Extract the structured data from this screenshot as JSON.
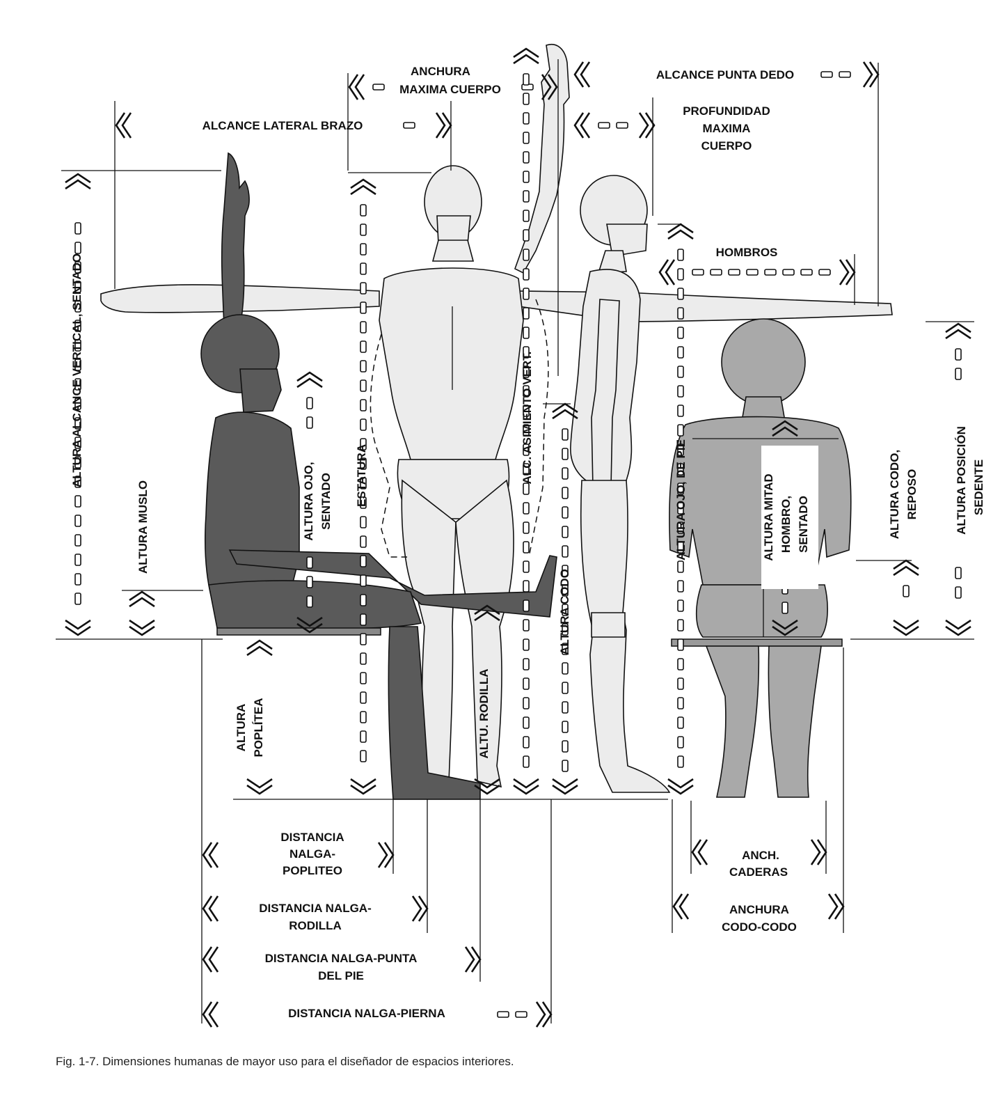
{
  "labels": {
    "anchura_maxima_cuerpo": [
      "ANCHURA",
      "MAXIMA CUERPO"
    ],
    "alcance_punta_dedo": "ALCANCE PUNTA DEDO",
    "alcance_lateral_brazo": "ALCANCE LATERAL BRAZO",
    "profundidad_maxima_cuerpo": [
      "PROFUNDIDAD",
      "MAXIMA",
      "CUERPO"
    ],
    "hombros": "HOMBROS",
    "altura_alcance_vertical_sentado": "ALTURA ALCANCE VERTICAL, SENTADO",
    "altura_muslo": "ALTURA MUSLO",
    "altura_ojo_sentado": [
      "ALTURA OJO,",
      "SENTADO"
    ],
    "estatura": "ESTATURA",
    "alc_asimiento_vert": "ALC. ASIMIENTO VERT.",
    "altura_codo": "ALTURA CODO",
    "altura_ojo_de_pie": "ALTURA OJO, DE PIE",
    "altura_mitad_hombro_sentado": [
      "ALTURA MITAD",
      "HOMBRO,",
      "SENTADO"
    ],
    "altura_codo_reposo": [
      "ALTURA CODO,",
      "REPOSO"
    ],
    "altura_posicion_sedente": [
      "ALTURA POSICIÓN",
      "SEDENTE"
    ],
    "altura_poplitea": [
      "ALTURA",
      "POPLÍTEA"
    ],
    "altu_rodilla": "ALTU.  RODILLA",
    "distancia_nalga_popliteo": [
      "DISTANCIA",
      "NALGA-",
      "POPLITEO"
    ],
    "distancia_nalga_rodilla": [
      "DISTANCIA NALGA-",
      "RODILLA"
    ],
    "distancia_nalga_punta_del_pie": [
      "DISTANCIA NALGA-PUNTA",
      "DEL PIE"
    ],
    "distancia_nalga_pierna": "DISTANCIA NALGA-PIERNA",
    "anch_caderas": [
      "ANCH.",
      "CADERAS"
    ],
    "anchura_codo_codo": [
      "ANCHURA",
      "CODO-CODO"
    ]
  },
  "caption": "Fig. 1-7.  Dimensiones humanas de mayor uso para el diseñador de espacios interiores.",
  "colors": {
    "ink": "#111111",
    "seated_side_figure": "#5a5a5a",
    "seated_back_figure": "#a9a9a9",
    "standing_figures": "#ececec",
    "background": "#ffffff"
  }
}
